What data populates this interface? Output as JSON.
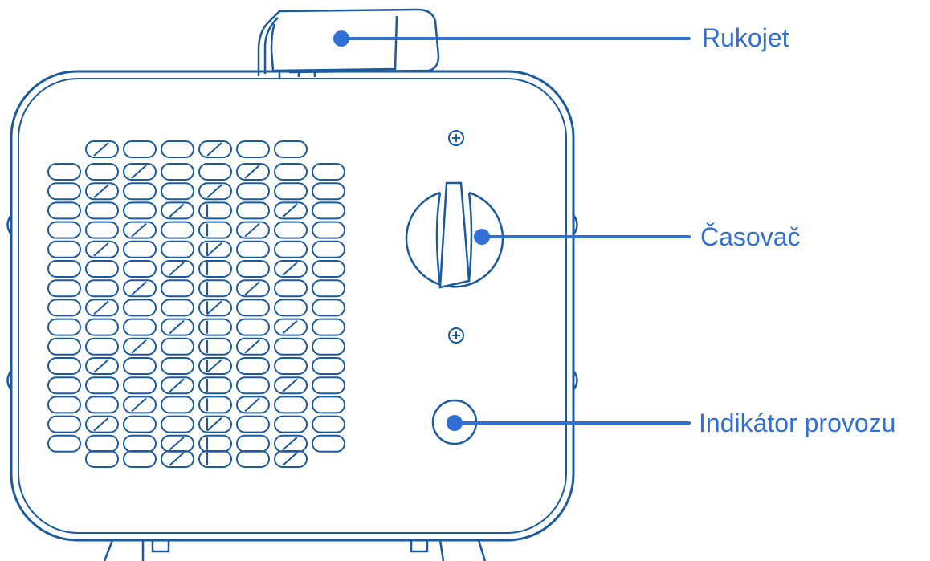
{
  "diagram": {
    "colors": {
      "outline": "#1a5aa0",
      "accent": "#2f6fd6",
      "dot": "#2f6fd6",
      "background": "#ffffff"
    },
    "labels": {
      "handle": "Rukojet",
      "timer": "Časovač",
      "indicator": "Indikátor provozu"
    }
  }
}
